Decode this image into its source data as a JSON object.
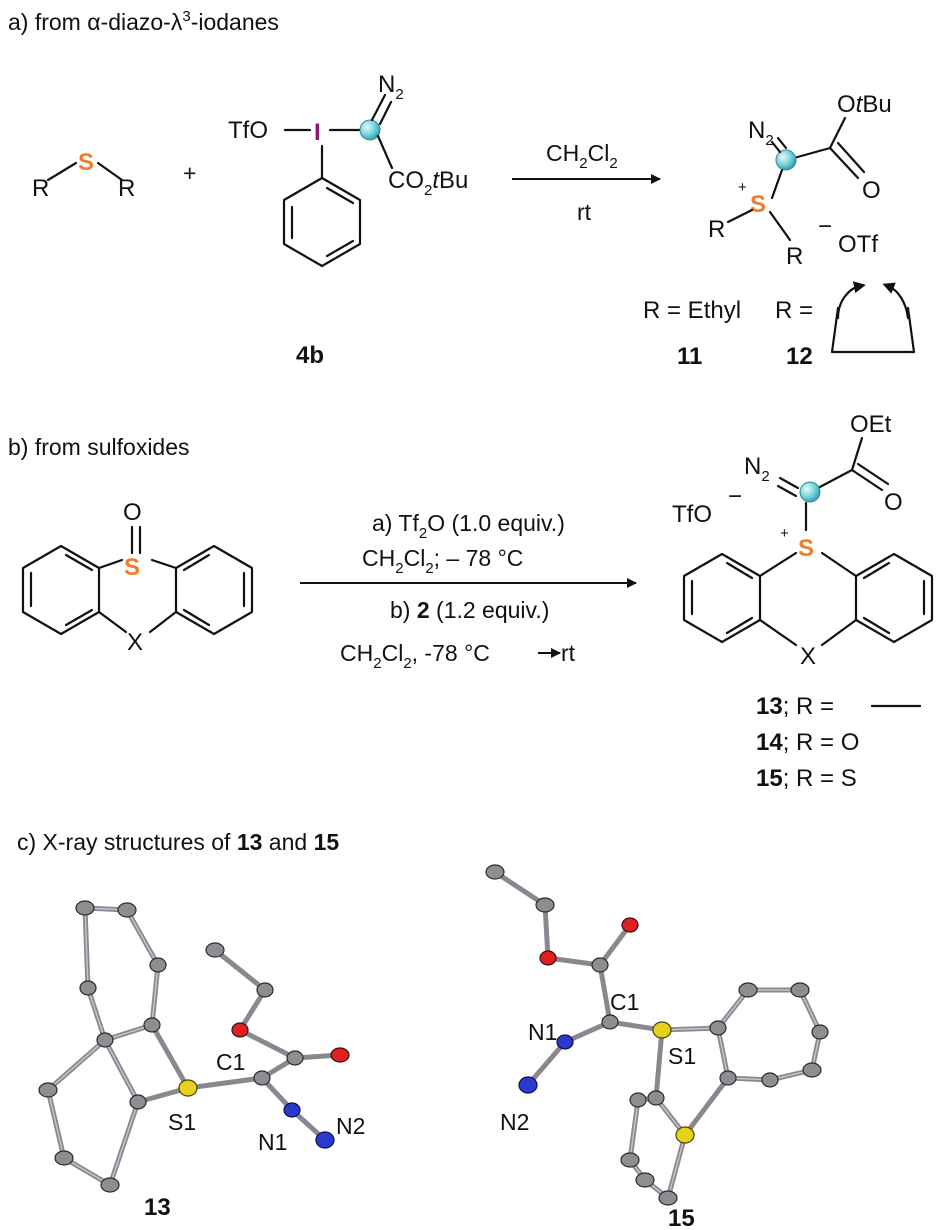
{
  "sections": {
    "a": {
      "prefix": "a) from ",
      "alpha": "α",
      "mid": "-diazo-",
      "lambda": "λ",
      "sup": "3",
      "suffix": "-iodanes"
    },
    "b": {
      "title": "b) from sulfoxides"
    },
    "c": {
      "prefix": "c) X-ray structures of ",
      "n1": "13",
      "and": " and ",
      "n2": "15"
    }
  },
  "scheme_a": {
    "sulfide": {
      "S": "S",
      "R": "R"
    },
    "plus": "+",
    "reagent": {
      "TfO": "TfO",
      "I": "I",
      "N2": "N",
      "N2sub": "2",
      "ester_a": "CO",
      "ester_sub": "2",
      "ester_b": "t",
      "ester_c": "Bu",
      "label": "4b"
    },
    "conditions": {
      "solvent_a": "CH",
      "sub1": "2",
      "solvent_b": "Cl",
      "sub2": "2",
      "temp": "rt"
    },
    "product": {
      "N2": "N",
      "N2sub": "2",
      "OtBu_a": "O",
      "OtBu_b": "t",
      "OtBu_c": "Bu",
      "O": "O",
      "S": "S",
      "plus": "+",
      "R": "R",
      "minus": "−",
      "OTf": "OTf"
    },
    "legend": {
      "eq1": "R = Ethyl",
      "eq2": "R =",
      "n11": "11",
      "n12": "12"
    }
  },
  "scheme_b": {
    "sulfoxide": {
      "O": "O",
      "S": "S",
      "X": "X"
    },
    "conditions": {
      "a_prefix": "a) Tf",
      "a_sub": "2",
      "a_suffix": "O (1.0 equiv.)",
      "a2_a": "CH",
      "a2_sub1": "2",
      "a2_b": "Cl",
      "a2_sub2": "2",
      "a2_c": "; – 78 °C",
      "b_prefix": "b) ",
      "b_bold": "2",
      "b_suffix": " (1.2 equiv.)",
      "b2_a": "CH",
      "b2_sub1": "2",
      "b2_b": "Cl",
      "b2_sub2": "2",
      "b2_c": ", -78 °C",
      "b2_d": "rt"
    },
    "product": {
      "OEt": "OEt",
      "N2": "N",
      "N2sub": "2",
      "O": "O",
      "TfO": "TfO",
      "minus": "−",
      "plus": "+",
      "S": "S",
      "X": "X"
    },
    "legend": [
      {
        "num": "13",
        "text": "; R = "
      },
      {
        "num": "14",
        "text": "; R = O"
      },
      {
        "num": "15",
        "text": "; R = S"
      }
    ]
  },
  "xray": {
    "s13": {
      "C1": "C1",
      "S1": "S1",
      "N1": "N1",
      "N2": "N2",
      "label": "13"
    },
    "s15": {
      "C1": "C1",
      "S1": "S1",
      "N1": "N1",
      "N2": "N2",
      "label": "15"
    }
  },
  "colors": {
    "sulfur": "#f07c2a",
    "iodine": "#8b1a6b",
    "carbene": "#5fc7cf"
  }
}
